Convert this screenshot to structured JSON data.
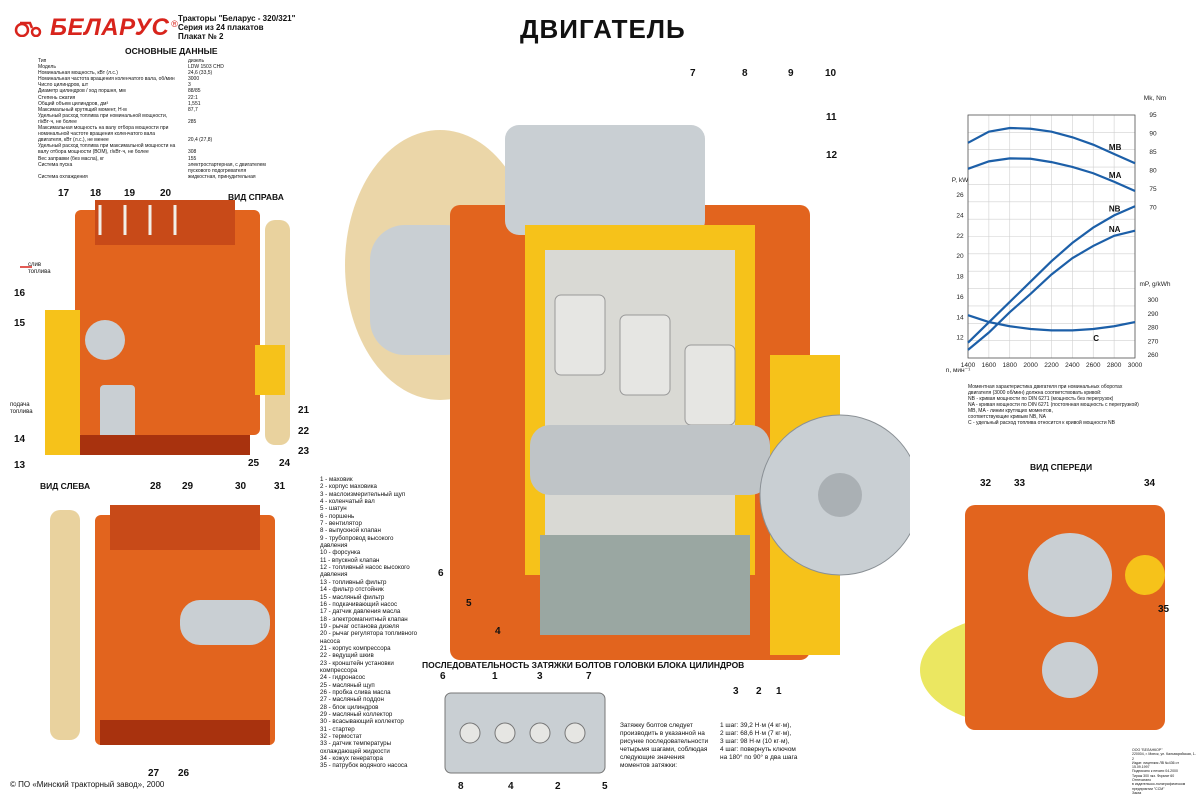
{
  "brand": {
    "name": "БЕЛАРУС",
    "reg": "®"
  },
  "header": {
    "line1": "Тракторы \"Беларус - 320/321\"",
    "line2": "Серия из 24 плакатов",
    "line3": "Плакат № 2"
  },
  "title": "ДВИГАТЕЛЬ",
  "specs": {
    "heading": "ОСНОВНЫЕ ДАННЫЕ",
    "rows": [
      {
        "k": "Тип",
        "v": "дизель"
      },
      {
        "k": "Модель",
        "v": "LDW 1503 CHD"
      },
      {
        "k": "Номинальная мощность, кВт (л.с.)",
        "v": "24,6 (33,5)"
      },
      {
        "k": "Номинальная частота вращения коленчатого вала, об/мин",
        "v": "3000"
      },
      {
        "k": "Число цилиндров, шт",
        "v": "3"
      },
      {
        "k": "Диаметр цилиндров / ход поршня, мм",
        "v": "88/85"
      },
      {
        "k": "Степень сжатия",
        "v": "22:1"
      },
      {
        "k": "Общий объем цилиндров, дм³",
        "v": "1,551"
      },
      {
        "k": "Максимальный крутящий момент, Н·м",
        "v": "87,7"
      },
      {
        "k": "Удельный расход топлива при номинальной мощности,",
        "v": ""
      },
      {
        "k": "г/кВт·ч, не более",
        "v": "285"
      },
      {
        "k": "Максимальная мощность на валу отбора мощности при",
        "v": ""
      },
      {
        "k": "номинальной частоте вращения коленчатого вала",
        "v": ""
      },
      {
        "k": "двигателя, кВт (л.с.), не менее",
        "v": "20,4 (27,8)"
      },
      {
        "k": "Удельный расход топлива при максимальной мощности на",
        "v": ""
      },
      {
        "k": "валу отбора мощности (ВОМ), г/кВт·ч, не более",
        "v": "308"
      },
      {
        "k": "Вес заправки (без масла), кг",
        "v": "155"
      },
      {
        "k": "Система пуска",
        "v": "электростартерная, с двигателем"
      },
      {
        "k": "",
        "v": "пускового подогревателя"
      },
      {
        "k": "Система охлаждения",
        "v": "жидкостная, принудительная"
      }
    ]
  },
  "views": {
    "right": "ВИД СПРАВА",
    "left": "ВИД СЛЕВА",
    "front": "ВИД СПЕРЕДИ",
    "fuel_drain": "слив топлива",
    "fuel_supply": "подача топлива"
  },
  "callouts": {
    "main": [
      "7",
      "8",
      "9",
      "10",
      "11",
      "12",
      "6",
      "5",
      "4",
      "3",
      "2",
      "1"
    ],
    "right": [
      "17",
      "18",
      "19",
      "20",
      "16",
      "15",
      "14",
      "13",
      "25",
      "24",
      "23",
      "22",
      "21"
    ],
    "left": [
      "28",
      "29",
      "30",
      "31",
      "27",
      "26"
    ],
    "front": [
      "32",
      "33",
      "34",
      "35"
    ],
    "torque": [
      "6",
      "1",
      "3",
      "7",
      "8",
      "4",
      "2",
      "5"
    ]
  },
  "legend": [
    "1 - маховик",
    "2 - корпус маховика",
    "3 - маслоизмерительный щуп",
    "4 - коленчатый вал",
    "5 - шатун",
    "6 - поршень",
    "7 - вентилятор",
    "8 - выпускной клапан",
    "9 - трубопровод высокого",
    "      давления",
    "10 - форсунка",
    "11 - впускной клапан",
    "12 - топливный насос высокого",
    "      давления",
    "13 - топливный фильтр",
    "14 - фильтр отстойник",
    "15 - масляный фильтр",
    "16 - подкачивающий насос",
    "17 - датчик давления масла",
    "18 - электромагнитный клапан",
    "19 - рычаг останова дизеля",
    "20 - рычаг регулятора топливного",
    "      насоса",
    "21 - корпус компрессора",
    "22 - ведущий шкив",
    "23 - кронштейн установки",
    "      компрессора",
    "24 - гидронасос",
    "25 - масляный щуп",
    "26 - пробка слива масла",
    "27 - масляный поддон",
    "28 - блок цилиндров",
    "29 - масляный коллектор",
    "30 - всасывающий коллектор",
    "31 - стартер",
    "32 - термостат",
    "33 - датчик температуры",
    "      охлаждающей жидкости",
    "34 - кожух генератора",
    "35 - патрубок водяного насоса"
  ],
  "torque_section": {
    "heading": "ПОСЛЕДОВАТЕЛЬНОСТЬ ЗАТЯЖКИ БОЛТОВ ГОЛОВКИ БЛОКА ЦИЛИНДРОВ",
    "note": "Затяжку болтов следует производить в указанной на рисунке последовательности четырьмя шагами, соблюдая следующие значения моментов затяжки:",
    "steps": [
      "1 шаг: 39,2 Н·м (4 кг·м),",
      "2 шаг: 68,6 Н·м (7 кг·м),",
      "3 шаг: 98 Н·м (10 кг·м),",
      "4 шаг: повернуть ключом",
      "на 180° по 90° в два шага"
    ]
  },
  "chart_data": {
    "type": "line",
    "x": [
      1400,
      1600,
      1800,
      2000,
      2200,
      2400,
      2600,
      2800,
      3000
    ],
    "xlabel": "n, мин⁻¹",
    "series": [
      {
        "name": "MB",
        "axis": "torque",
        "values": [
          87.5,
          90.5,
          91.5,
          91.3,
          90.5,
          89,
          87,
          84.5,
          82
        ],
        "color": "#1c5fa8"
      },
      {
        "name": "MA",
        "axis": "torque",
        "values": [
          80.5,
          82.5,
          83.3,
          83.2,
          82.3,
          81,
          79.3,
          77,
          74.5
        ],
        "color": "#1c5fa8"
      },
      {
        "name": "NB",
        "axis": "power",
        "values": [
          11.5,
          13.5,
          15.5,
          17.5,
          19.5,
          21.3,
          22.8,
          24,
          24.9
        ],
        "color": "#1c5fa8"
      },
      {
        "name": "NA",
        "axis": "power",
        "values": [
          10.8,
          12.5,
          14.5,
          16.3,
          18.2,
          19.8,
          21,
          22,
          22.5
        ],
        "color": "#1c5fa8"
      },
      {
        "name": "C",
        "axis": "fuel",
        "values": [
          289,
          284,
          281,
          279,
          278,
          278,
          279,
          281,
          284
        ],
        "color": "#1c5fa8"
      }
    ],
    "torque_axis": {
      "label": "Mk, Nm",
      "ticks": [
        70,
        75,
        80,
        85,
        90,
        95
      ]
    },
    "power_axis": {
      "label": "P, kW",
      "ticks": [
        12,
        14,
        16,
        18,
        20,
        22,
        24,
        26
      ]
    },
    "fuel_axis": {
      "label": "mP, g/kWh",
      "ticks": [
        260,
        270,
        280,
        290,
        300
      ]
    },
    "x_ticks": [
      "1400",
      "1600",
      "1800",
      "2000",
      "2200",
      "2400",
      "2600",
      "2800",
      "3000"
    ],
    "lower_left_ticks": [
      "n",
      "12",
      "14"
    ],
    "grid": true,
    "legend": [
      "Моментная характеристика двигателя при номинальных оборотах",
      "двигателя (3000 об/мин) должна соответствовать кривой:",
      "NB - кривая мощности по DIN 6271 (мощность без перегрузок)",
      "NA - кривая мощности по DIN 6271 (постоянная мощность с перегрузкой)",
      "MB, MA - линии крутящих моментов,",
      "           соответствующие кривым NB, NA",
      "C - удельный расход топлива относится к кривой мощности NB"
    ]
  },
  "footer": {
    "copyright": "© ПО «Минский тракторный завод», 2000",
    "publisher": [
      "ООО \"БЕЛАНКОР\"",
      "220004, г. Минск, ул. Кальварийская, 1-2",
      "Издат. лицензия ЛВ №436 от 15.09.1997",
      "Подписано к печати 04.2000",
      "Тираж 300 экз. Формат 60",
      "Отпечатано",
      "в издательско-полиграфическом",
      "предприятии \"ССМ\"",
      "Заказ"
    ]
  },
  "colors": {
    "engine": "#e2641e",
    "engine_dark": "#a8320e",
    "highlight": "#f6c21a",
    "steel": "#c9cfd3",
    "curve": "#1c5fa8",
    "brand": "#d8241c"
  }
}
